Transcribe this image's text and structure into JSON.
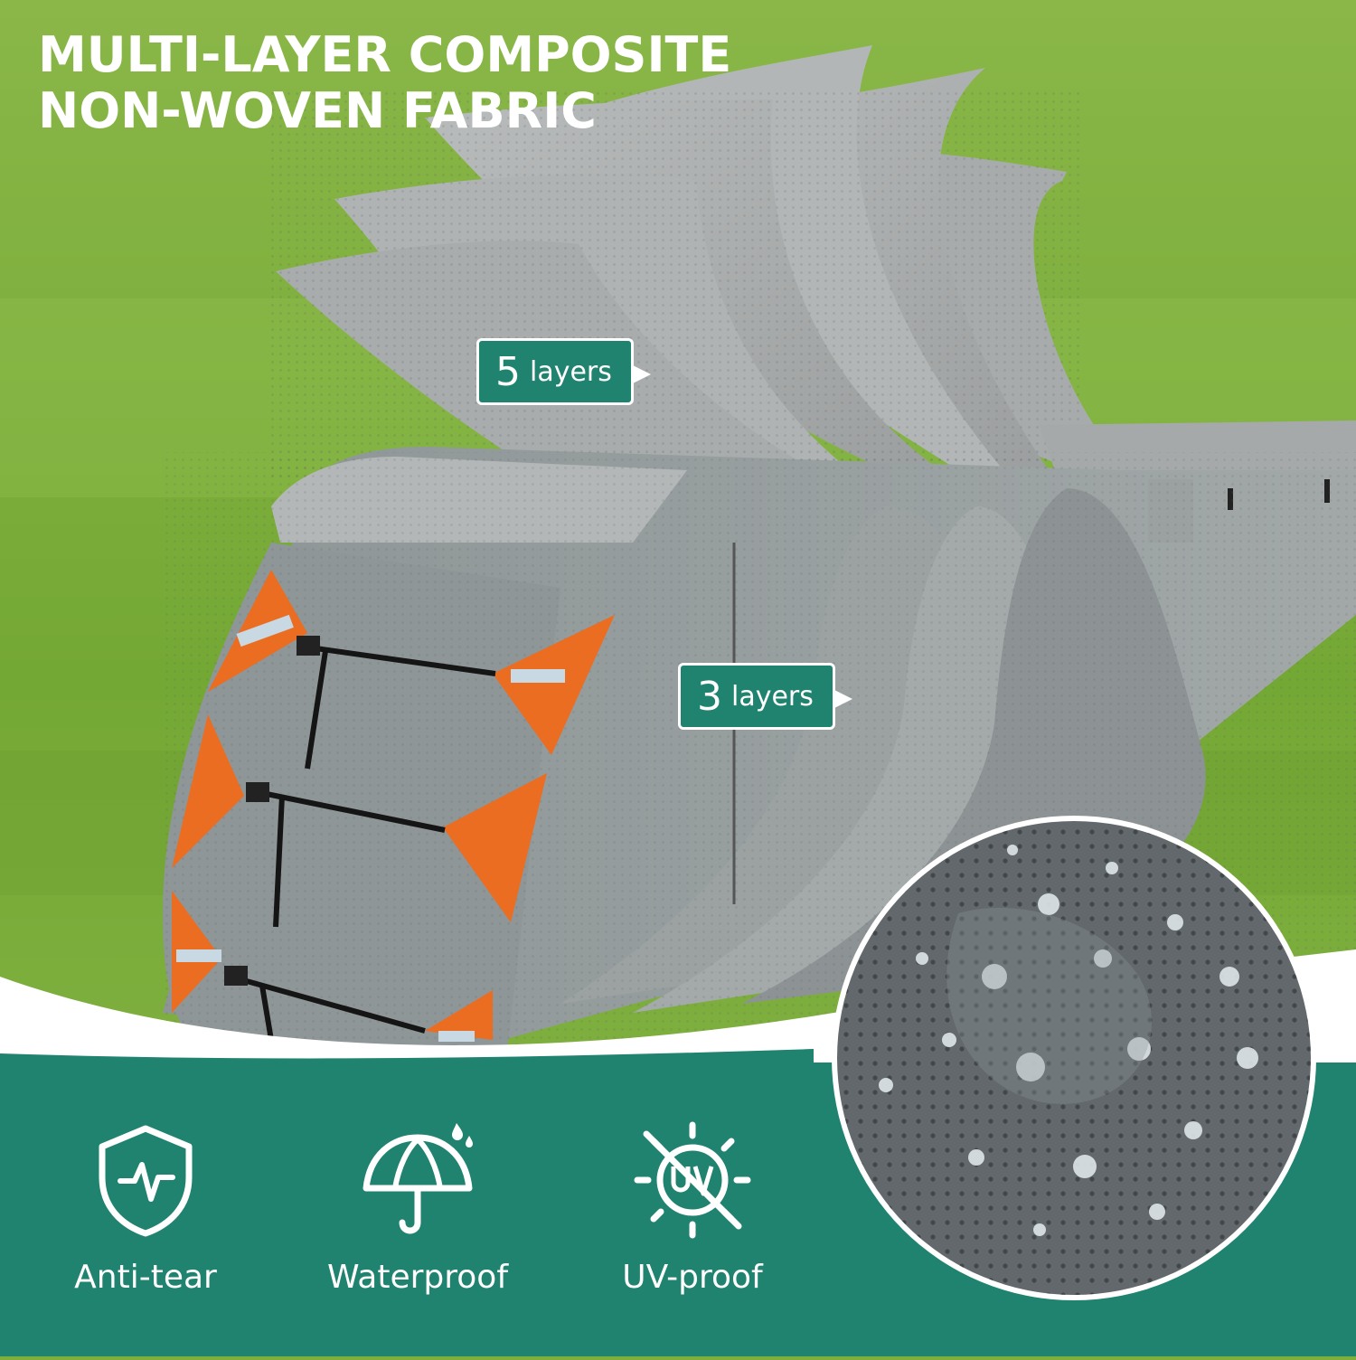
{
  "headline": {
    "line1": "MULTI-LAYER COMPOSITE",
    "line2": "NON-WOVEN FABRIC"
  },
  "callouts": [
    {
      "number": "5",
      "unit": "layers"
    },
    {
      "number": "3",
      "unit": "layers"
    }
  ],
  "features": [
    {
      "icon": "shield-pulse-icon",
      "label": "Anti-tear"
    },
    {
      "icon": "umbrella-icon",
      "label": "Waterproof"
    },
    {
      "icon": "uv-crossed-icon",
      "label": "UV-proof"
    }
  ],
  "colors": {
    "panel_teal": "#1f8370",
    "grass_green": "#7fae3a",
    "fabric_gray": "#9aa0a1",
    "reflective_orange": "#ea6d21"
  }
}
